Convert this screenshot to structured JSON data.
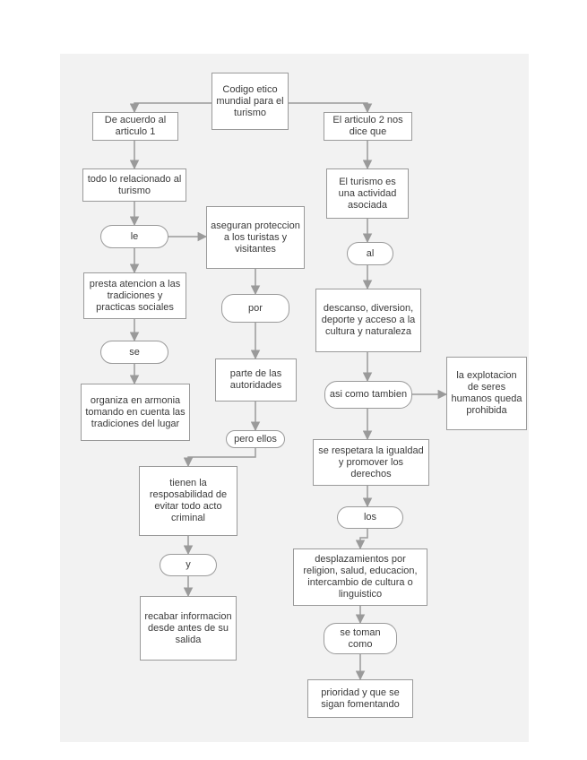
{
  "diagram": {
    "colors": {
      "stroke": "#9a9a9a",
      "node_fill": "#ffffff",
      "background": "#f2f2f2",
      "text": "#3a3a3a"
    },
    "nodes": {
      "codigo": "Codigo etico mundial para el turismo",
      "acuerdo": "De acuerdo al articulo 1",
      "articulo2": "El articulo 2 nos dice que",
      "todo": "todo lo relacionado al turismo",
      "turismo_es": "El turismo es una actividad asociada",
      "le": "le",
      "aseguran": "aseguran proteccion a los turistas y visitantes",
      "al": "al",
      "presta": "presta atencion a las tradiciones y practicas sociales",
      "por": "por",
      "descanso": "descanso, diversion, deporte y acceso a la cultura y naturaleza",
      "se": "se",
      "explotacion": "la explotacion de seres humanos queda prohibida",
      "parte": "parte de las autoridades",
      "asi_como": "asi como tambien",
      "organiza": "organiza en armonia tomando en cuenta las tradiciones del lugar",
      "pero_ellos": "pero ellos",
      "respetara": "se respetara la igualdad y promover los derechos",
      "tienen": "tienen la resposabilidad de evitar todo acto criminal",
      "los": "los",
      "desplazamientos": "desplazamientos por religion, salud, educacion, intercambio de cultura o linguistico",
      "y": "y",
      "se_toman": "se toman como",
      "recabar": "recabar informacion desde antes de su salida",
      "prioridad": "prioridad y que se sigan fomentando"
    }
  }
}
